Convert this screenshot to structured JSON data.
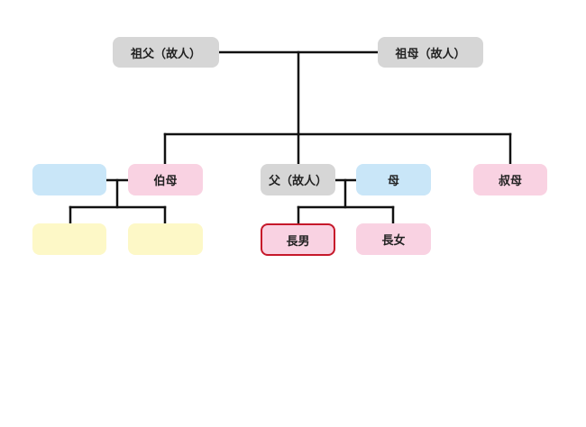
{
  "diagram": {
    "nodes": {
      "grandfather": {
        "label": "祖父（故人）",
        "color": "#d6d6d6"
      },
      "grandmother": {
        "label": "祖母（故人）",
        "color": "#d6d6d6"
      },
      "aunt_elder_wife_partner": {
        "label": "",
        "color": "#c9e6f8"
      },
      "aunt_elder": {
        "label": "伯母",
        "color": "#f9d2e2"
      },
      "father": {
        "label": "父（故人）",
        "color": "#d6d6d6"
      },
      "mother": {
        "label": "母",
        "color": "#c9e6f8"
      },
      "aunt_younger": {
        "label": "叔母",
        "color": "#f9d2e2"
      },
      "cousin_1": {
        "label": "",
        "color": "#fdf8c7"
      },
      "cousin_2": {
        "label": "",
        "color": "#fdf8c7"
      },
      "eldest_son": {
        "label": "長男",
        "color": "#f9d2e2",
        "highlight_border": "#c6182a"
      },
      "eldest_daughter": {
        "label": "長女",
        "color": "#f9d2e2"
      }
    }
  }
}
